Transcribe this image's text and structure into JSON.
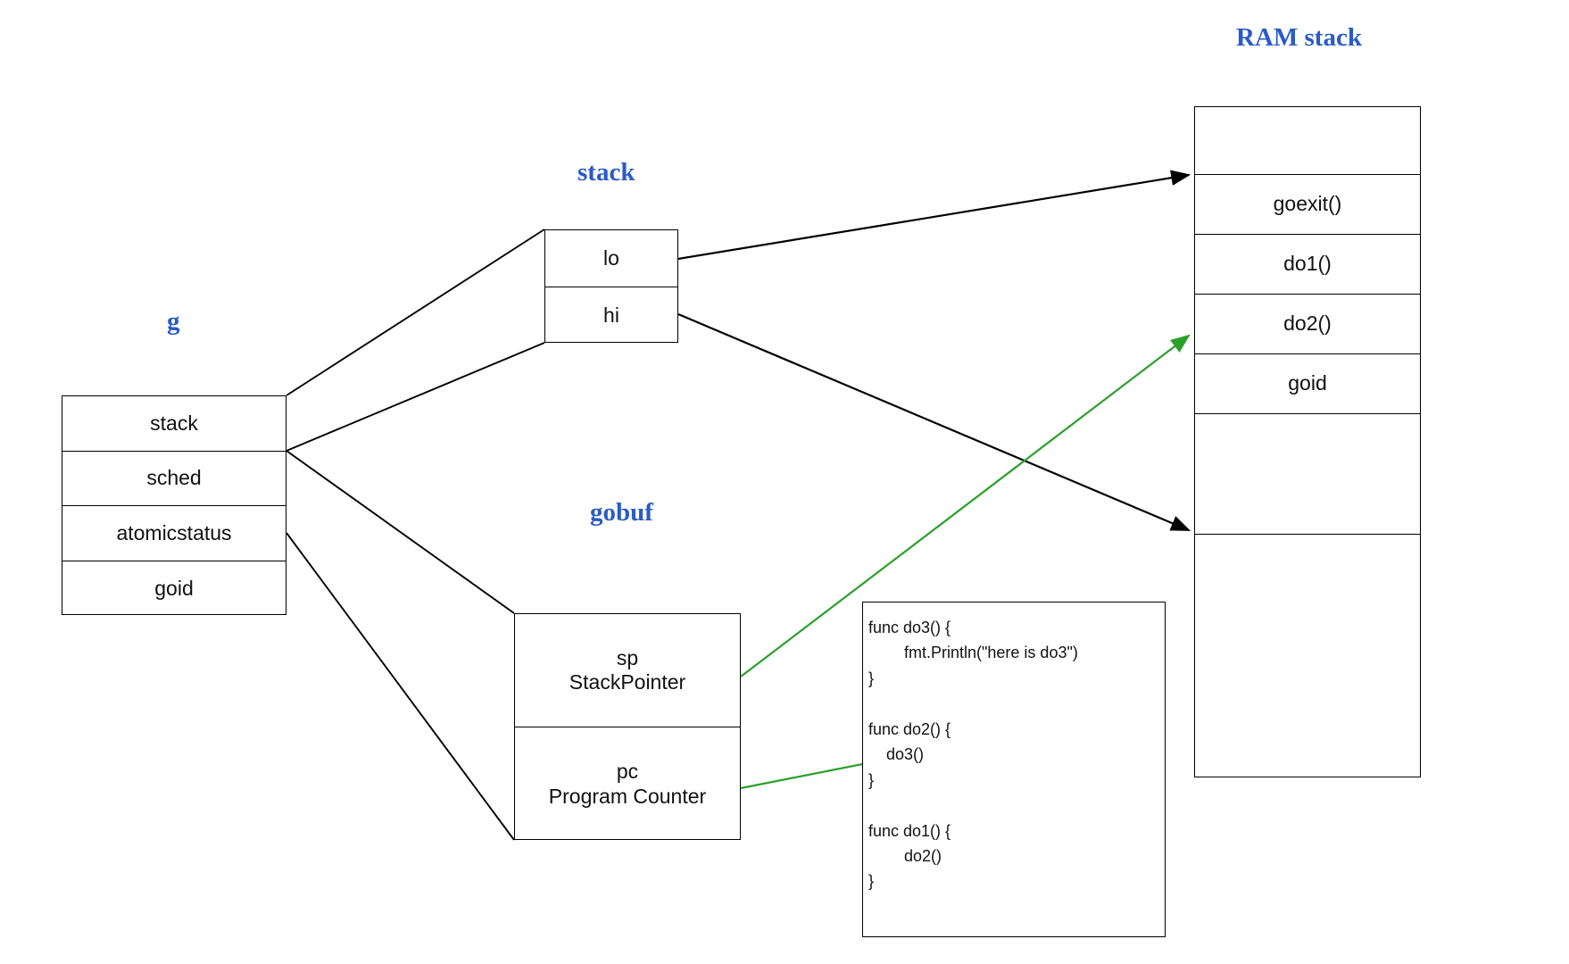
{
  "diagram": {
    "title_ram_stack": "RAM stack",
    "title_stack": "stack",
    "title_g": "g",
    "title_gobuf": "gobuf",
    "colors": {
      "title_blue": "#2a5bc8",
      "line_black": "#000000",
      "line_green": "#2aa02a",
      "background": "#ffffff"
    }
  },
  "g_struct": {
    "fields": [
      {
        "label": "stack"
      },
      {
        "label": "sched"
      },
      {
        "label": "atomicstatus"
      },
      {
        "label": "goid"
      }
    ]
  },
  "stack_struct": {
    "fields": [
      {
        "label": "lo"
      },
      {
        "label": "hi"
      }
    ]
  },
  "gobuf_struct": {
    "fields": [
      {
        "label": "sp\nStackPointer"
      },
      {
        "label": "pc\nProgram Counter"
      }
    ]
  },
  "ram_stack": {
    "slots": [
      {
        "label": "",
        "kind": "empty-top"
      },
      {
        "label": "goexit()",
        "kind": "frame"
      },
      {
        "label": "do1()",
        "kind": "frame"
      },
      {
        "label": "do2()",
        "kind": "frame"
      },
      {
        "label": "goid",
        "kind": "frame"
      },
      {
        "label": "",
        "kind": "gap"
      },
      {
        "label": "",
        "kind": "empty-bot"
      }
    ]
  },
  "code_box": {
    "code": "func do3() {\n        fmt.Println(\"here is do3\")\n}\n\nfunc do2() {\n    do3()\n}\n\nfunc do1() {\n        do2()\n}"
  },
  "connectors": [
    {
      "name": "g-stack-to-stack-box",
      "color": "#000000"
    },
    {
      "name": "g-sched-to-gobuf-box",
      "color": "#000000"
    },
    {
      "name": "stack-lo-to-ram-top",
      "color": "#000000"
    },
    {
      "name": "stack-hi-to-ram-bottom",
      "color": "#000000"
    },
    {
      "name": "gobuf-sp-to-ram-do2",
      "color": "#2aa02a"
    },
    {
      "name": "gobuf-pc-to-code-do3",
      "color": "#2aa02a"
    }
  ]
}
